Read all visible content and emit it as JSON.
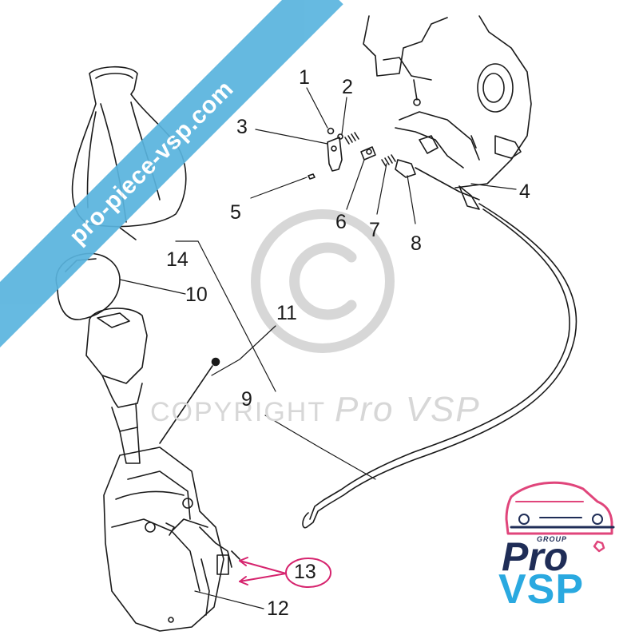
{
  "watermark": {
    "banner_text": "pro-piece-vsp.com",
    "copyright_word": "COPYRIGHT",
    "copyright_brand": "Pro VSP",
    "copyright_symbol": "©"
  },
  "callouts": [
    {
      "id": "1",
      "label": "1"
    },
    {
      "id": "2",
      "label": "2"
    },
    {
      "id": "3",
      "label": "3"
    },
    {
      "id": "4",
      "label": "4"
    },
    {
      "id": "5",
      "label": "5"
    },
    {
      "id": "6",
      "label": "6"
    },
    {
      "id": "7",
      "label": "7"
    },
    {
      "id": "8",
      "label": "8"
    },
    {
      "id": "9",
      "label": "9"
    },
    {
      "id": "10",
      "label": "10"
    },
    {
      "id": "11",
      "label": "11"
    },
    {
      "id": "12",
      "label": "12"
    },
    {
      "id": "13",
      "label": "13"
    },
    {
      "id": "14",
      "label": "14"
    }
  ],
  "logo": {
    "group_text": "GROUP",
    "pro_text": "Pro",
    "vsp_text": "VSP"
  },
  "colors": {
    "line": "#1a1a1a",
    "banner": "#59b4de",
    "highlight": "#d6246e",
    "logo_dark": "#1f2d57",
    "logo_blue": "#2aa9e0",
    "logo_pink": "#e0457b",
    "watermark_gray": "#d7d7d7"
  }
}
